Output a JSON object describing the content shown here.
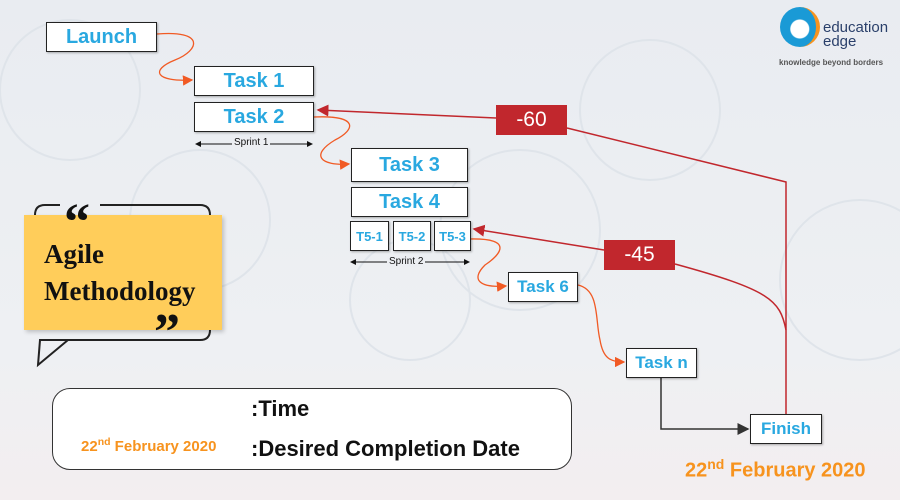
{
  "logo": {
    "name_line1": "education",
    "name_line2": "edge",
    "tagline": "knowledge beyond borders"
  },
  "tasks": {
    "launch": "Launch",
    "t1": "Task 1",
    "t2": "Task 2",
    "t3": "Task 3",
    "t4": "Task 4",
    "t51": "T5-1",
    "t52": "T5-2",
    "t53": "T5-3",
    "t6": "Task 6",
    "tn": "Task n",
    "finish": "Finish"
  },
  "sprints": {
    "s1": "Sprint 1",
    "s2": "Sprint 2"
  },
  "time_labels": {
    "a": "-60",
    "b": "-45"
  },
  "callout": {
    "quote_open": "“",
    "line1": "Agile",
    "line2": "Methodology",
    "quote_close": "”"
  },
  "date": {
    "day": "22",
    "suffix": "nd",
    "rest": " February 2020"
  },
  "legend": {
    "time": ":Time",
    "completion": ":Desired Completion Date"
  },
  "colors": {
    "accent": "#29a8e0",
    "red": "#c1272d",
    "orange": "#f7931e",
    "yellow": "#ffcd5a"
  }
}
